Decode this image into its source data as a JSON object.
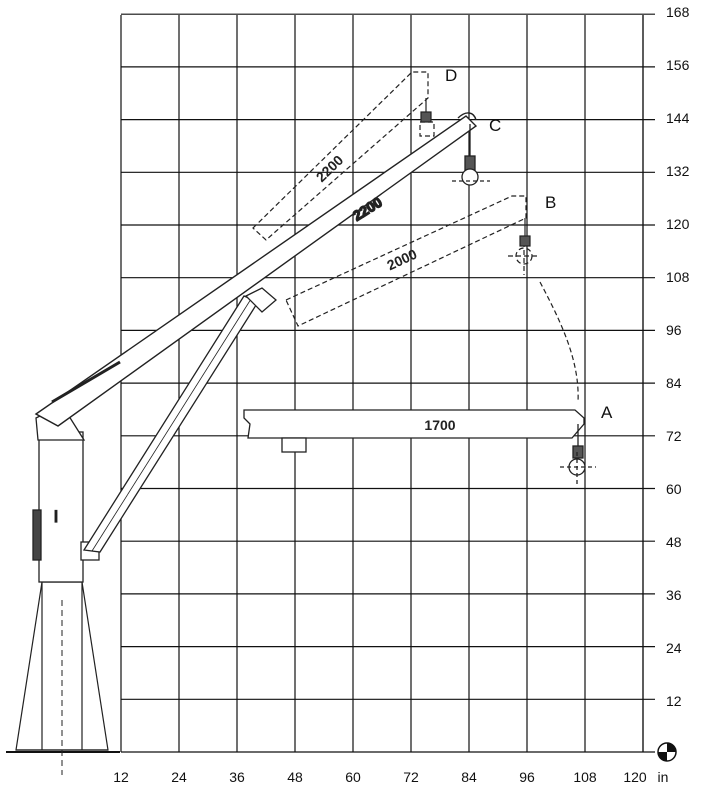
{
  "diagram": {
    "x_unit": "in",
    "x_ticks": [
      "12",
      "24",
      "36",
      "48",
      "60",
      "72",
      "84",
      "96",
      "108",
      "120"
    ],
    "y_ticks": [
      "12",
      "24",
      "36",
      "48",
      "60",
      "72",
      "84",
      "96",
      "108",
      "120",
      "132",
      "144",
      "156",
      "168"
    ],
    "positions": [
      {
        "label": "A",
        "capacity": "1700"
      },
      {
        "label": "B",
        "capacity": "2000"
      },
      {
        "label": "C",
        "capacity": "2200"
      },
      {
        "label": "D",
        "capacity": "2200"
      }
    ],
    "column_marker": "I",
    "corner_icon": "rotation-symbol-icon"
  }
}
